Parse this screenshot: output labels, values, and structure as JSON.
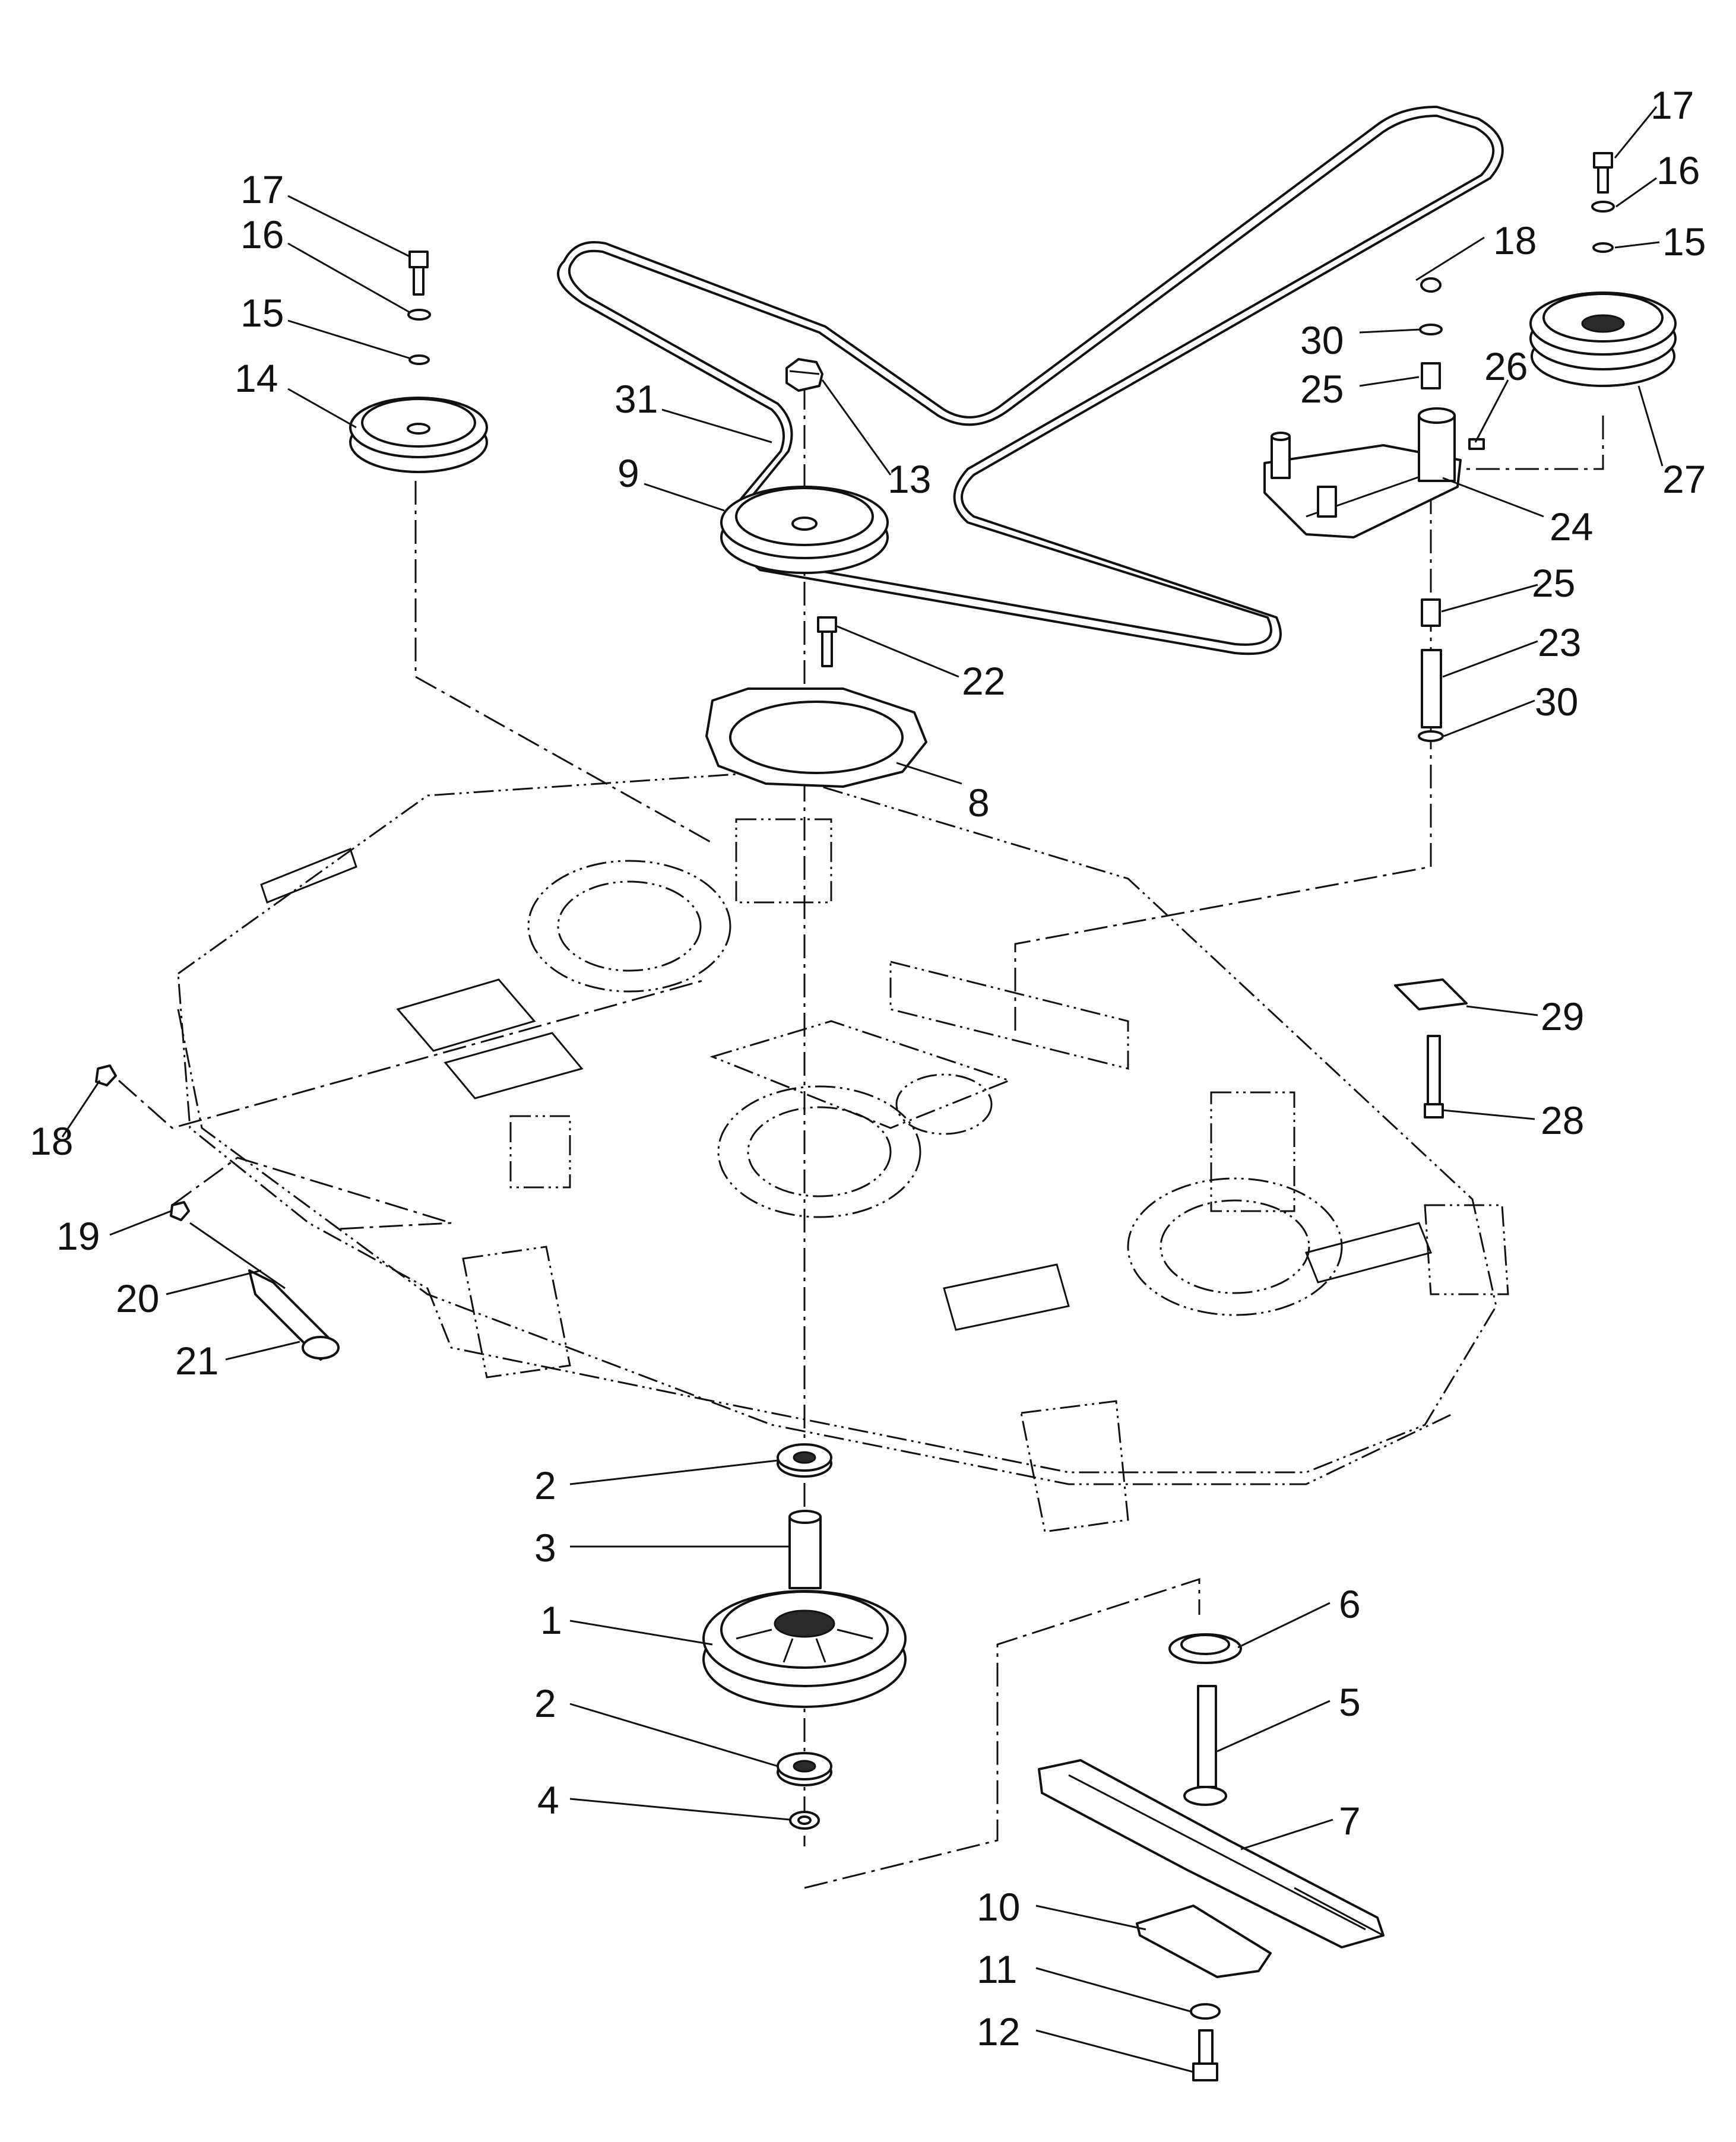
{
  "callouts": {
    "c1": "1",
    "c2a": "2",
    "c2b": "2",
    "c3": "3",
    "c4": "4",
    "c5": "5",
    "c6": "6",
    "c7": "7",
    "c8": "8",
    "c9": "9",
    "c10": "10",
    "c11": "11",
    "c12": "12",
    "c13": "13",
    "c14": "14",
    "c15a": "15",
    "c15b": "15",
    "c16a": "16",
    "c16b": "16",
    "c17a": "17",
    "c17b": "17",
    "c18a": "18",
    "c18b": "18",
    "c19": "19",
    "c20": "20",
    "c21": "21",
    "c22": "22",
    "c23": "23",
    "c24": "24",
    "c25a": "25",
    "c25b": "25",
    "c26": "26",
    "c27": "27",
    "c28": "28",
    "c29": "29",
    "c30a": "30",
    "c30b": "30",
    "c31": "31"
  }
}
